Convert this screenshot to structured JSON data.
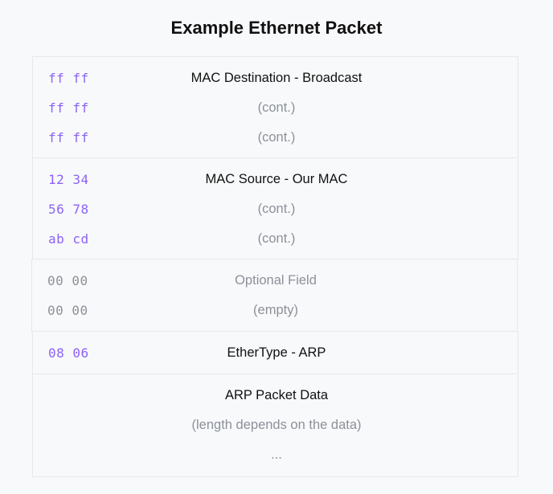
{
  "title": "Example Ethernet Packet",
  "colors": {
    "hex": "#8b63f5",
    "muted": "#8c9198",
    "border": "#e6e8eb"
  },
  "groups": [
    {
      "rows": [
        {
          "hex": "ff ff",
          "label": "MAC Destination - Broadcast"
        },
        {
          "hex": "ff ff",
          "label": "(cont.)"
        },
        {
          "hex": "ff ff",
          "label": "(cont.)"
        }
      ]
    },
    {
      "rows": [
        {
          "hex": "12 34",
          "label": "MAC Source - Our MAC"
        },
        {
          "hex": "56 78",
          "label": "(cont.)"
        },
        {
          "hex": "ab cd",
          "label": "(cont.)"
        }
      ]
    },
    {
      "rows": [
        {
          "hex": "00 00",
          "label": "Optional Field"
        },
        {
          "hex": "00 00",
          "label": "(empty)"
        }
      ]
    },
    {
      "rows": [
        {
          "hex": "08 06",
          "label": "EtherType - ARP"
        }
      ]
    },
    {
      "rows": [
        {
          "label": "ARP Packet Data"
        },
        {
          "label": "(length depends on the data)"
        },
        {
          "label": "..."
        }
      ]
    }
  ]
}
